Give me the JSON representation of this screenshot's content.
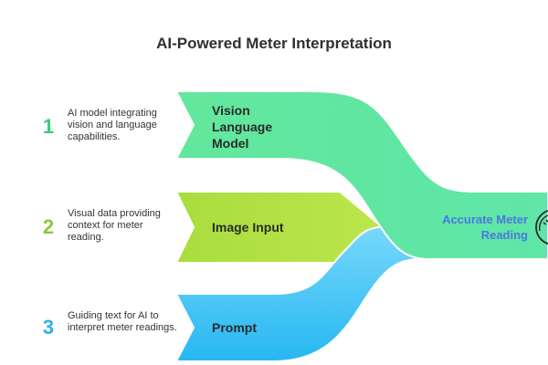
{
  "title": "AI-Powered Meter Interpretation",
  "steps": [
    {
      "number": "1",
      "description": "AI model integrating vision and language capabilities.",
      "label": "Vision Language Model",
      "color": "#5ee6a0",
      "number_color": "#3ccb7f"
    },
    {
      "number": "2",
      "description": "Visual data providing context for meter reading.",
      "label": "Image Input",
      "color": "#b4e04a",
      "number_color": "#8cc63f"
    },
    {
      "number": "3",
      "description": "Guiding text for AI to interpret meter readings.",
      "label": "Prompt",
      "color": "#3cc4f5",
      "number_color": "#2fb0e6"
    }
  ],
  "outcome": {
    "label": "Accurate Meter Reading",
    "icon": "gauge-icon",
    "color": "#4a78e0"
  }
}
